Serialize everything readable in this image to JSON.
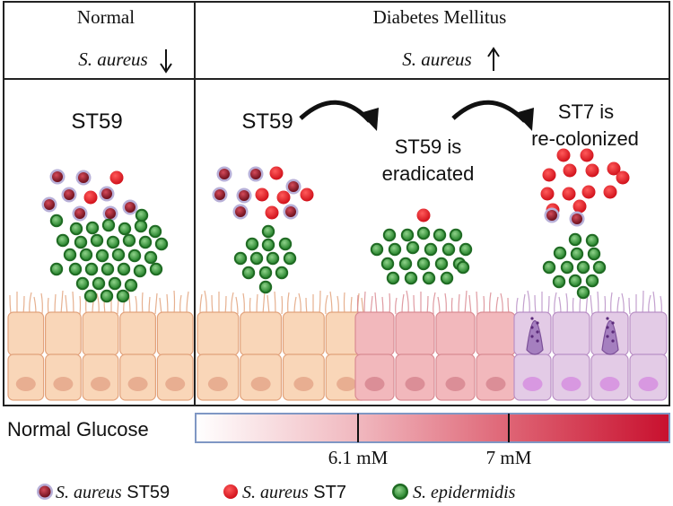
{
  "panels": {
    "normal": {
      "title": "Normal",
      "species_label": "S. aureus",
      "strain_label": "ST59"
    },
    "diabetes": {
      "title": "Diabetes Mellitus",
      "species_label": "S. aureus",
      "stage1_label": "ST59",
      "stage2_label_line1": "ST59 is",
      "stage2_label_line2": "eradicated",
      "stage3_label_line1": "ST7 is",
      "stage3_label_line2": "re-colonized"
    }
  },
  "glucose": {
    "label": "Normal Glucose",
    "tick1_label": "6.1 mM",
    "tick2_label": "7 mM",
    "gradient_start": "#ffffff",
    "gradient_end": "#c8102e"
  },
  "legend": {
    "item1_italic": "S. aureus",
    "item1_plain": " ST59",
    "item2_italic": "S. aureus",
    "item2_plain": " ST7",
    "item3_italic": "S. epidermidis"
  },
  "colors": {
    "st59_fill": "#8b1a2b",
    "st59_ring": "#b8b0d8",
    "st7_fill": "#e01b24",
    "epidermidis_fill": "#3f9a3f",
    "epidermidis_ring": "#1f6b23",
    "normal_cell": "#f9d6b8",
    "inflamed_cell": "#f2b8bc",
    "diseased_cell": "#e3cbe6"
  }
}
